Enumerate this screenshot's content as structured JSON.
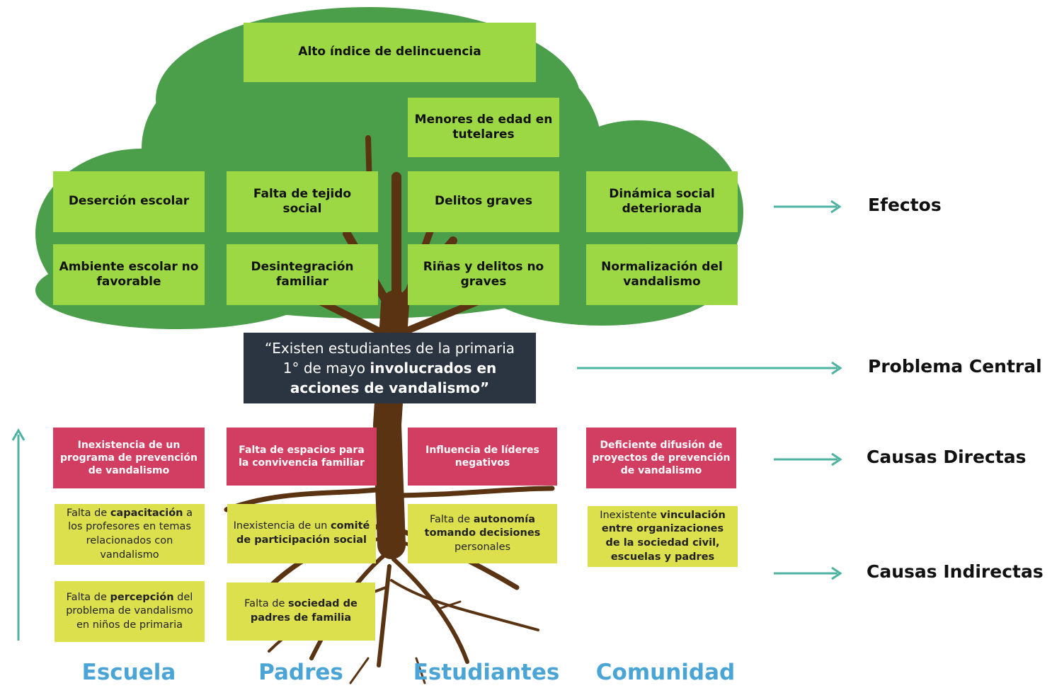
{
  "top_effect": "Alto índice de delincuencia",
  "effects": [
    "Menores de edad en tutelares",
    "Deserción escolar",
    "Falta de tejido social",
    "Delitos graves",
    "Dinámica social deteriorada",
    "Ambiente escolar no favorable",
    "Desintegración familiar",
    "Riñas y delitos no graves",
    "Normalización del vandalismo"
  ],
  "central_problem": {
    "part1": "“Existen estudiantes de la primaria",
    "part2": "1° de mayo ",
    "part3": "involucrados en acciones de vandalismo”"
  },
  "direct_causes": [
    "Inexistencia de un programa de prevención de vandalismo",
    "Falta de espacios para la convivencia familiar",
    "Influencia de líderes negativos",
    "Deficiente difusión de proyectos de prevención de vandalismo"
  ],
  "indirect_causes": [
    {
      "pre": "Falta de ",
      "bold": "capacitación",
      "post": " a los profesores en temas relacionados con vandalismo"
    },
    {
      "pre": "Inexistencia de un ",
      "bold": "comité de participación social",
      "post": ""
    },
    {
      "pre": "Falta de ",
      "bold": "autonomía tomando decisiones",
      "post": " personales"
    },
    {
      "pre": "Inexistente ",
      "bold": "vinculación entre organizaciones de la sociedad civil, escuelas y padres",
      "post": ""
    },
    {
      "pre": "Falta de ",
      "bold": "percepción",
      "post": " del problema de vandalismo en niños de primaria"
    },
    {
      "pre": "Falta de ",
      "bold": "sociedad de padres de familia",
      "post": ""
    }
  ],
  "labels": {
    "effects": "Efectos",
    "central_problem": "Problema Central",
    "direct_causes": "Causas Directas",
    "indirect_causes": "Causas Indirectas"
  },
  "columns": [
    "Escuela",
    "Padres",
    "Estudiantes",
    "Comunidad"
  ],
  "colors": {
    "canopy": "#4b9e4a",
    "effect_box": "#9bd844",
    "direct_cause_box": "#d23e62",
    "indirect_cause_box": "#dde04d",
    "problem_box": "#2b3441",
    "trunk": "#5a3312",
    "arrow": "#4db3a0",
    "column_text": "#4aa5d6"
  }
}
